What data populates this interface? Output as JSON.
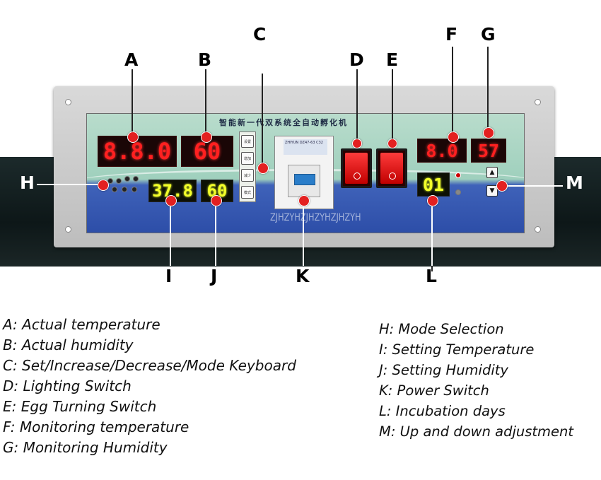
{
  "callouts": {
    "A": "A",
    "B": "B",
    "C": "C",
    "D": "D",
    "E": "E",
    "F": "F",
    "G": "G",
    "H": "H",
    "I": "I",
    "J": "J",
    "K": "K",
    "L": "L",
    "M": "M"
  },
  "device": {
    "header_cn": "智能新一代双系统全自动孵化机",
    "display_actual_temp": "8.8.0",
    "display_actual_humidity": "60",
    "display_setting_temp": "37.8",
    "display_setting_humidity": "60",
    "display_monitor_temp": "8.0",
    "display_monitor_humidity": "57",
    "display_days": "01",
    "keys": [
      "设置",
      "增加",
      "减少",
      "模式"
    ],
    "breaker_label": "ZHIYUN DZ47-63 C32",
    "up_arrow": "▲",
    "down_arrow": "▼"
  },
  "watermark": "ZJHZYHZJHZYHZJHZYH",
  "legend": {
    "left": [
      "A: Actual temperature",
      "B: Actual humidity",
      "C: Set/Increase/Decrease/Mode Keyboard",
      "D: Lighting Switch",
      "E: Egg Turning Switch",
      "F: Monitoring temperature",
      "G: Monitoring Humidity"
    ],
    "right": [
      "H: Mode Selection",
      "I: Setting Temperature",
      "J: Setting Humidity",
      "K: Power Switch",
      "L: Incubation days",
      "M: Up and down adjustment"
    ]
  },
  "colors": {
    "led_red": "#ff2020",
    "led_yellow": "#f3ff2a",
    "callout_dot": "#e32020",
    "panel_blue": "#2d4ea8"
  }
}
